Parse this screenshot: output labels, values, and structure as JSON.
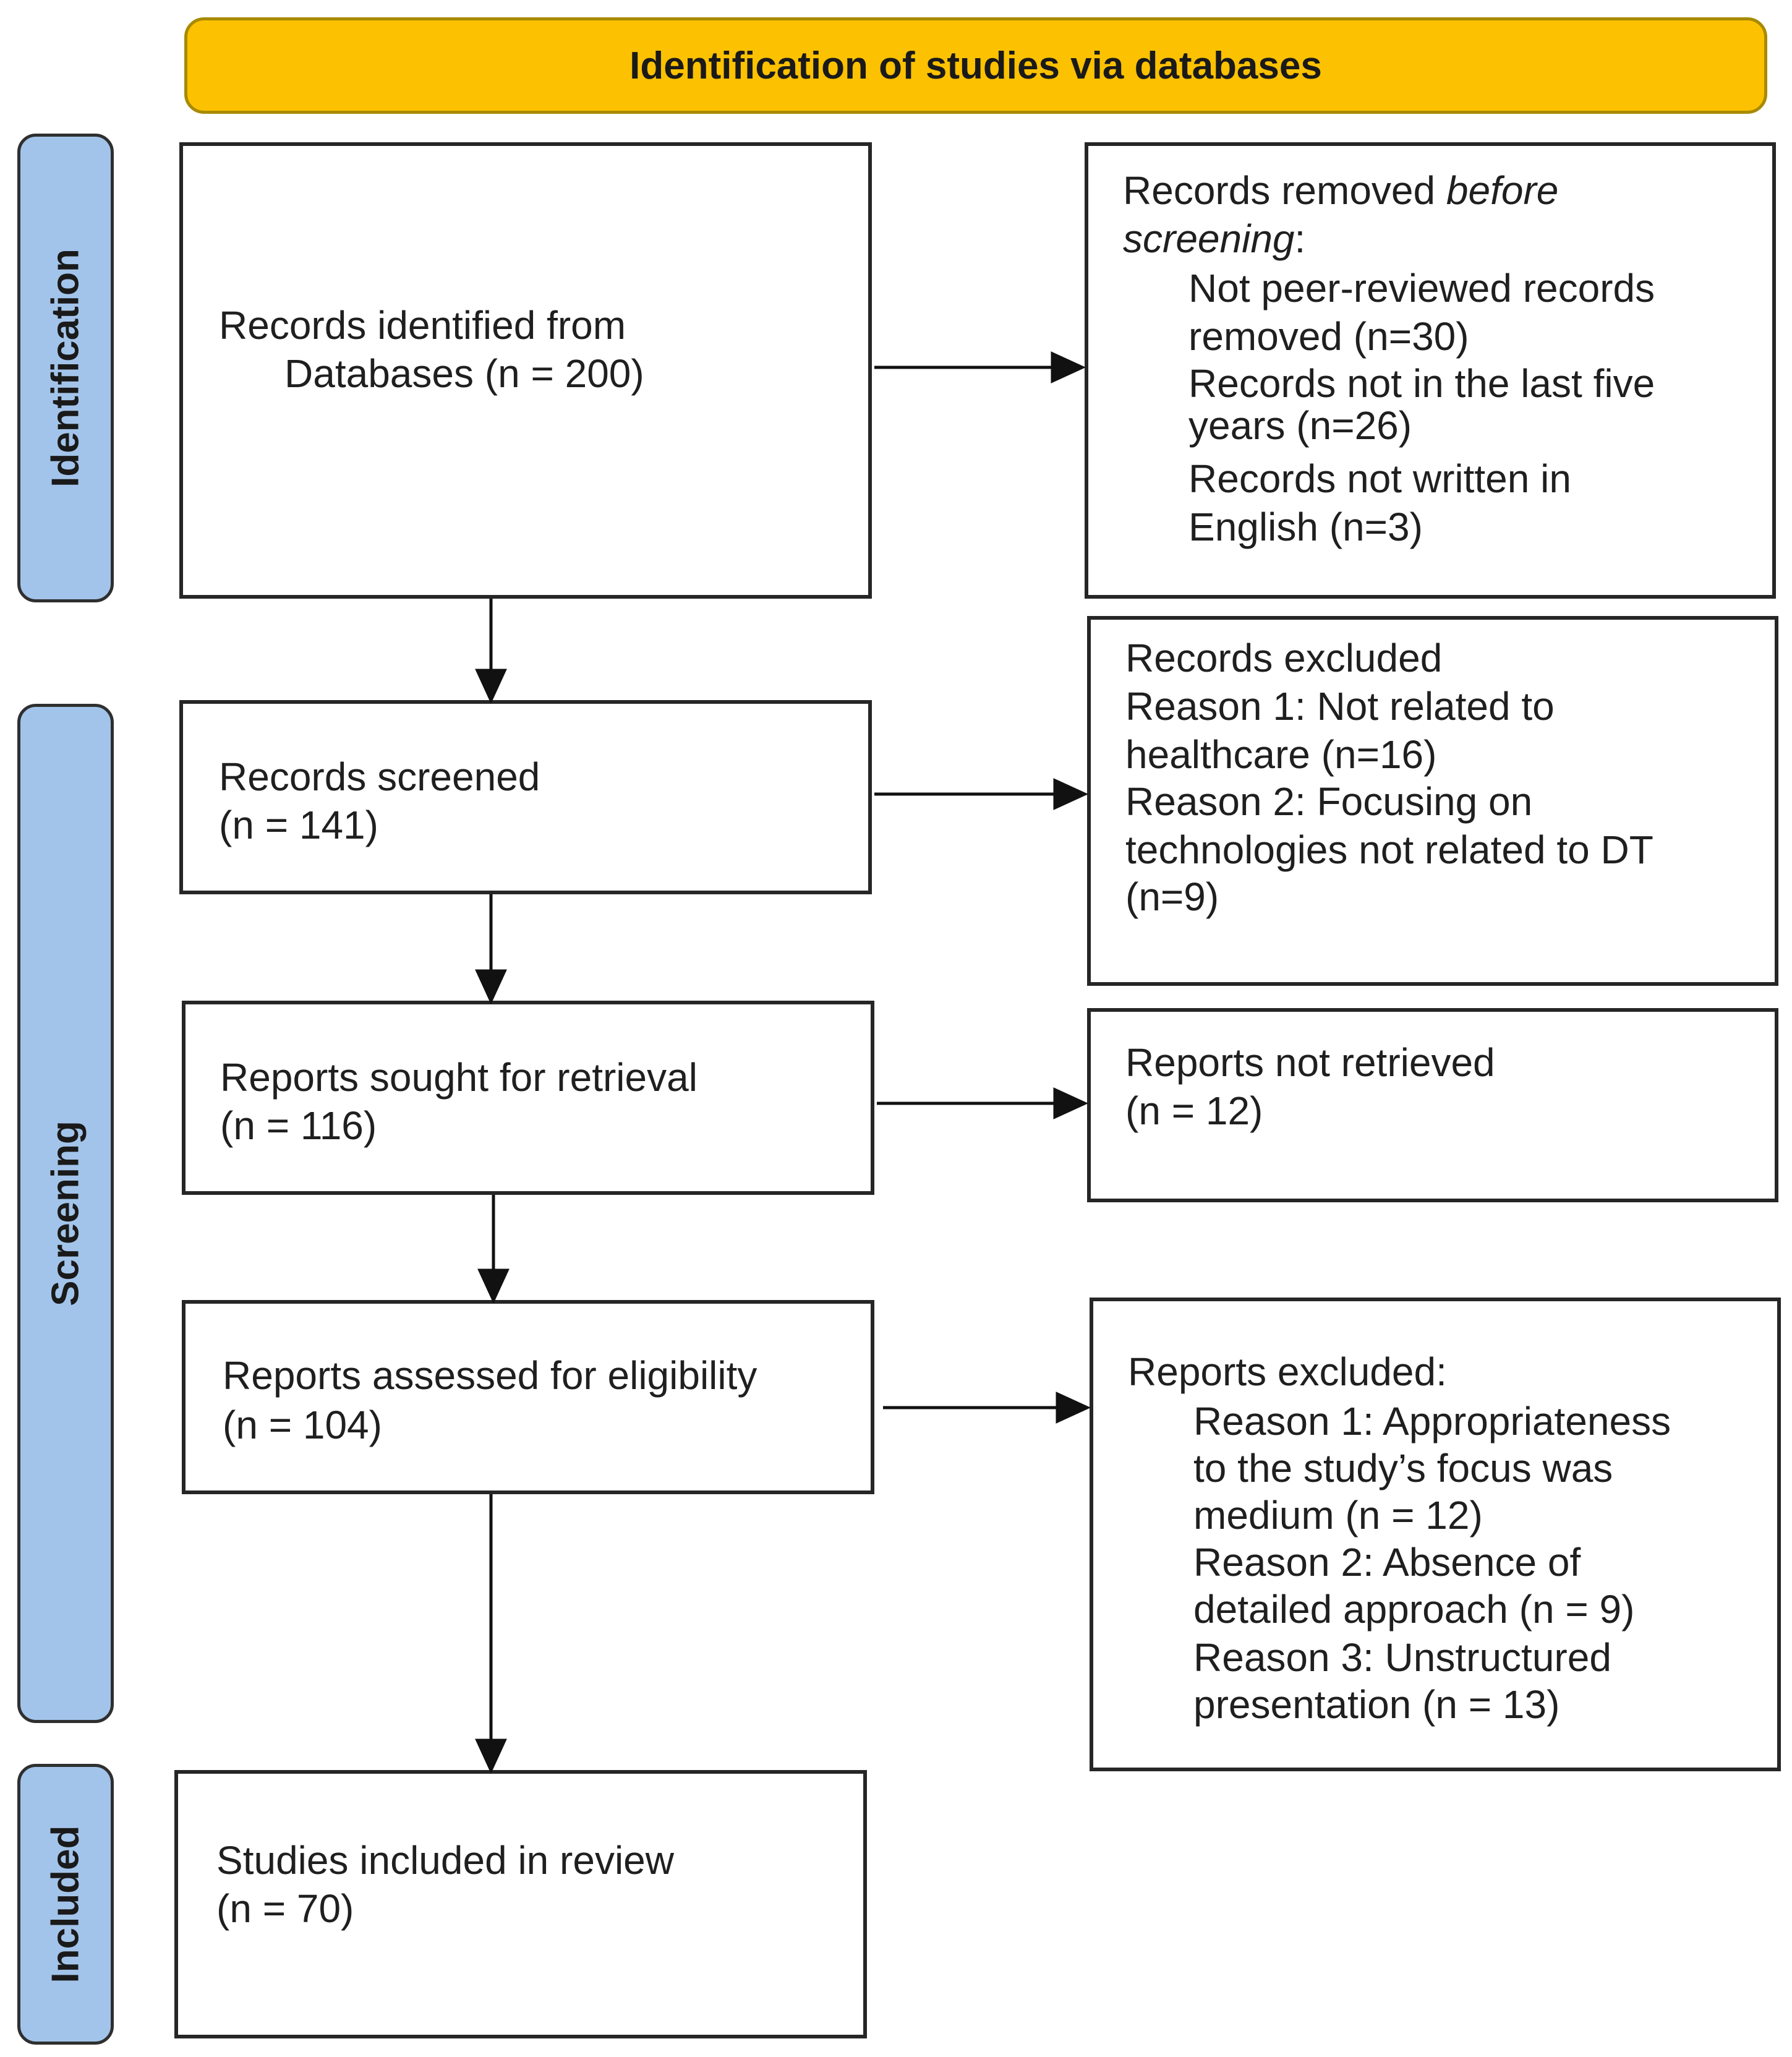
{
  "header": {
    "title": "Identification of studies via databases"
  },
  "phases": {
    "identification": "Identification",
    "screening": "Screening",
    "included": "Included"
  },
  "records_identified": {
    "line1": "Records identified from",
    "line2": "Databases (n = 200)"
  },
  "records_removed": {
    "title_prefix": "Records removed ",
    "title_italic_1": "before",
    "title_italic_2": "screening",
    "title_suffix": ":",
    "items": [
      "Not peer-reviewed records",
      "removed (n=30)",
      "Records not in the last five",
      "years (n=26)",
      "Records not written in",
      "English (n=3)"
    ]
  },
  "records_screened": {
    "line1": "Records screened",
    "line2": "(n = 141)"
  },
  "records_excluded": {
    "lines": [
      "Records excluded",
      "Reason 1: Not related to",
      "healthcare (n=16)",
      "Reason 2: Focusing on",
      "technologies not related to DT",
      "(n=9)"
    ]
  },
  "reports_sought": {
    "line1": "Reports sought for retrieval",
    "line2": "(n = 116)"
  },
  "reports_not_retrieved": {
    "line1": "Reports not retrieved",
    "line2": "(n = 12)"
  },
  "reports_assessed": {
    "line1": "Reports assessed for eligibility",
    "line2": "(n = 104)"
  },
  "reports_excluded": {
    "title": "Reports excluded:",
    "lines": [
      "Reason 1: Appropriateness",
      "to the study’s focus was",
      "medium (n = 12)",
      "Reason 2: Absence of",
      "detailed approach (n = 9)",
      "Reason 3: Unstructured",
      "presentation (n = 13)"
    ]
  },
  "studies_included": {
    "line1": "Studies included in review",
    "line2": "(n = 70)"
  }
}
